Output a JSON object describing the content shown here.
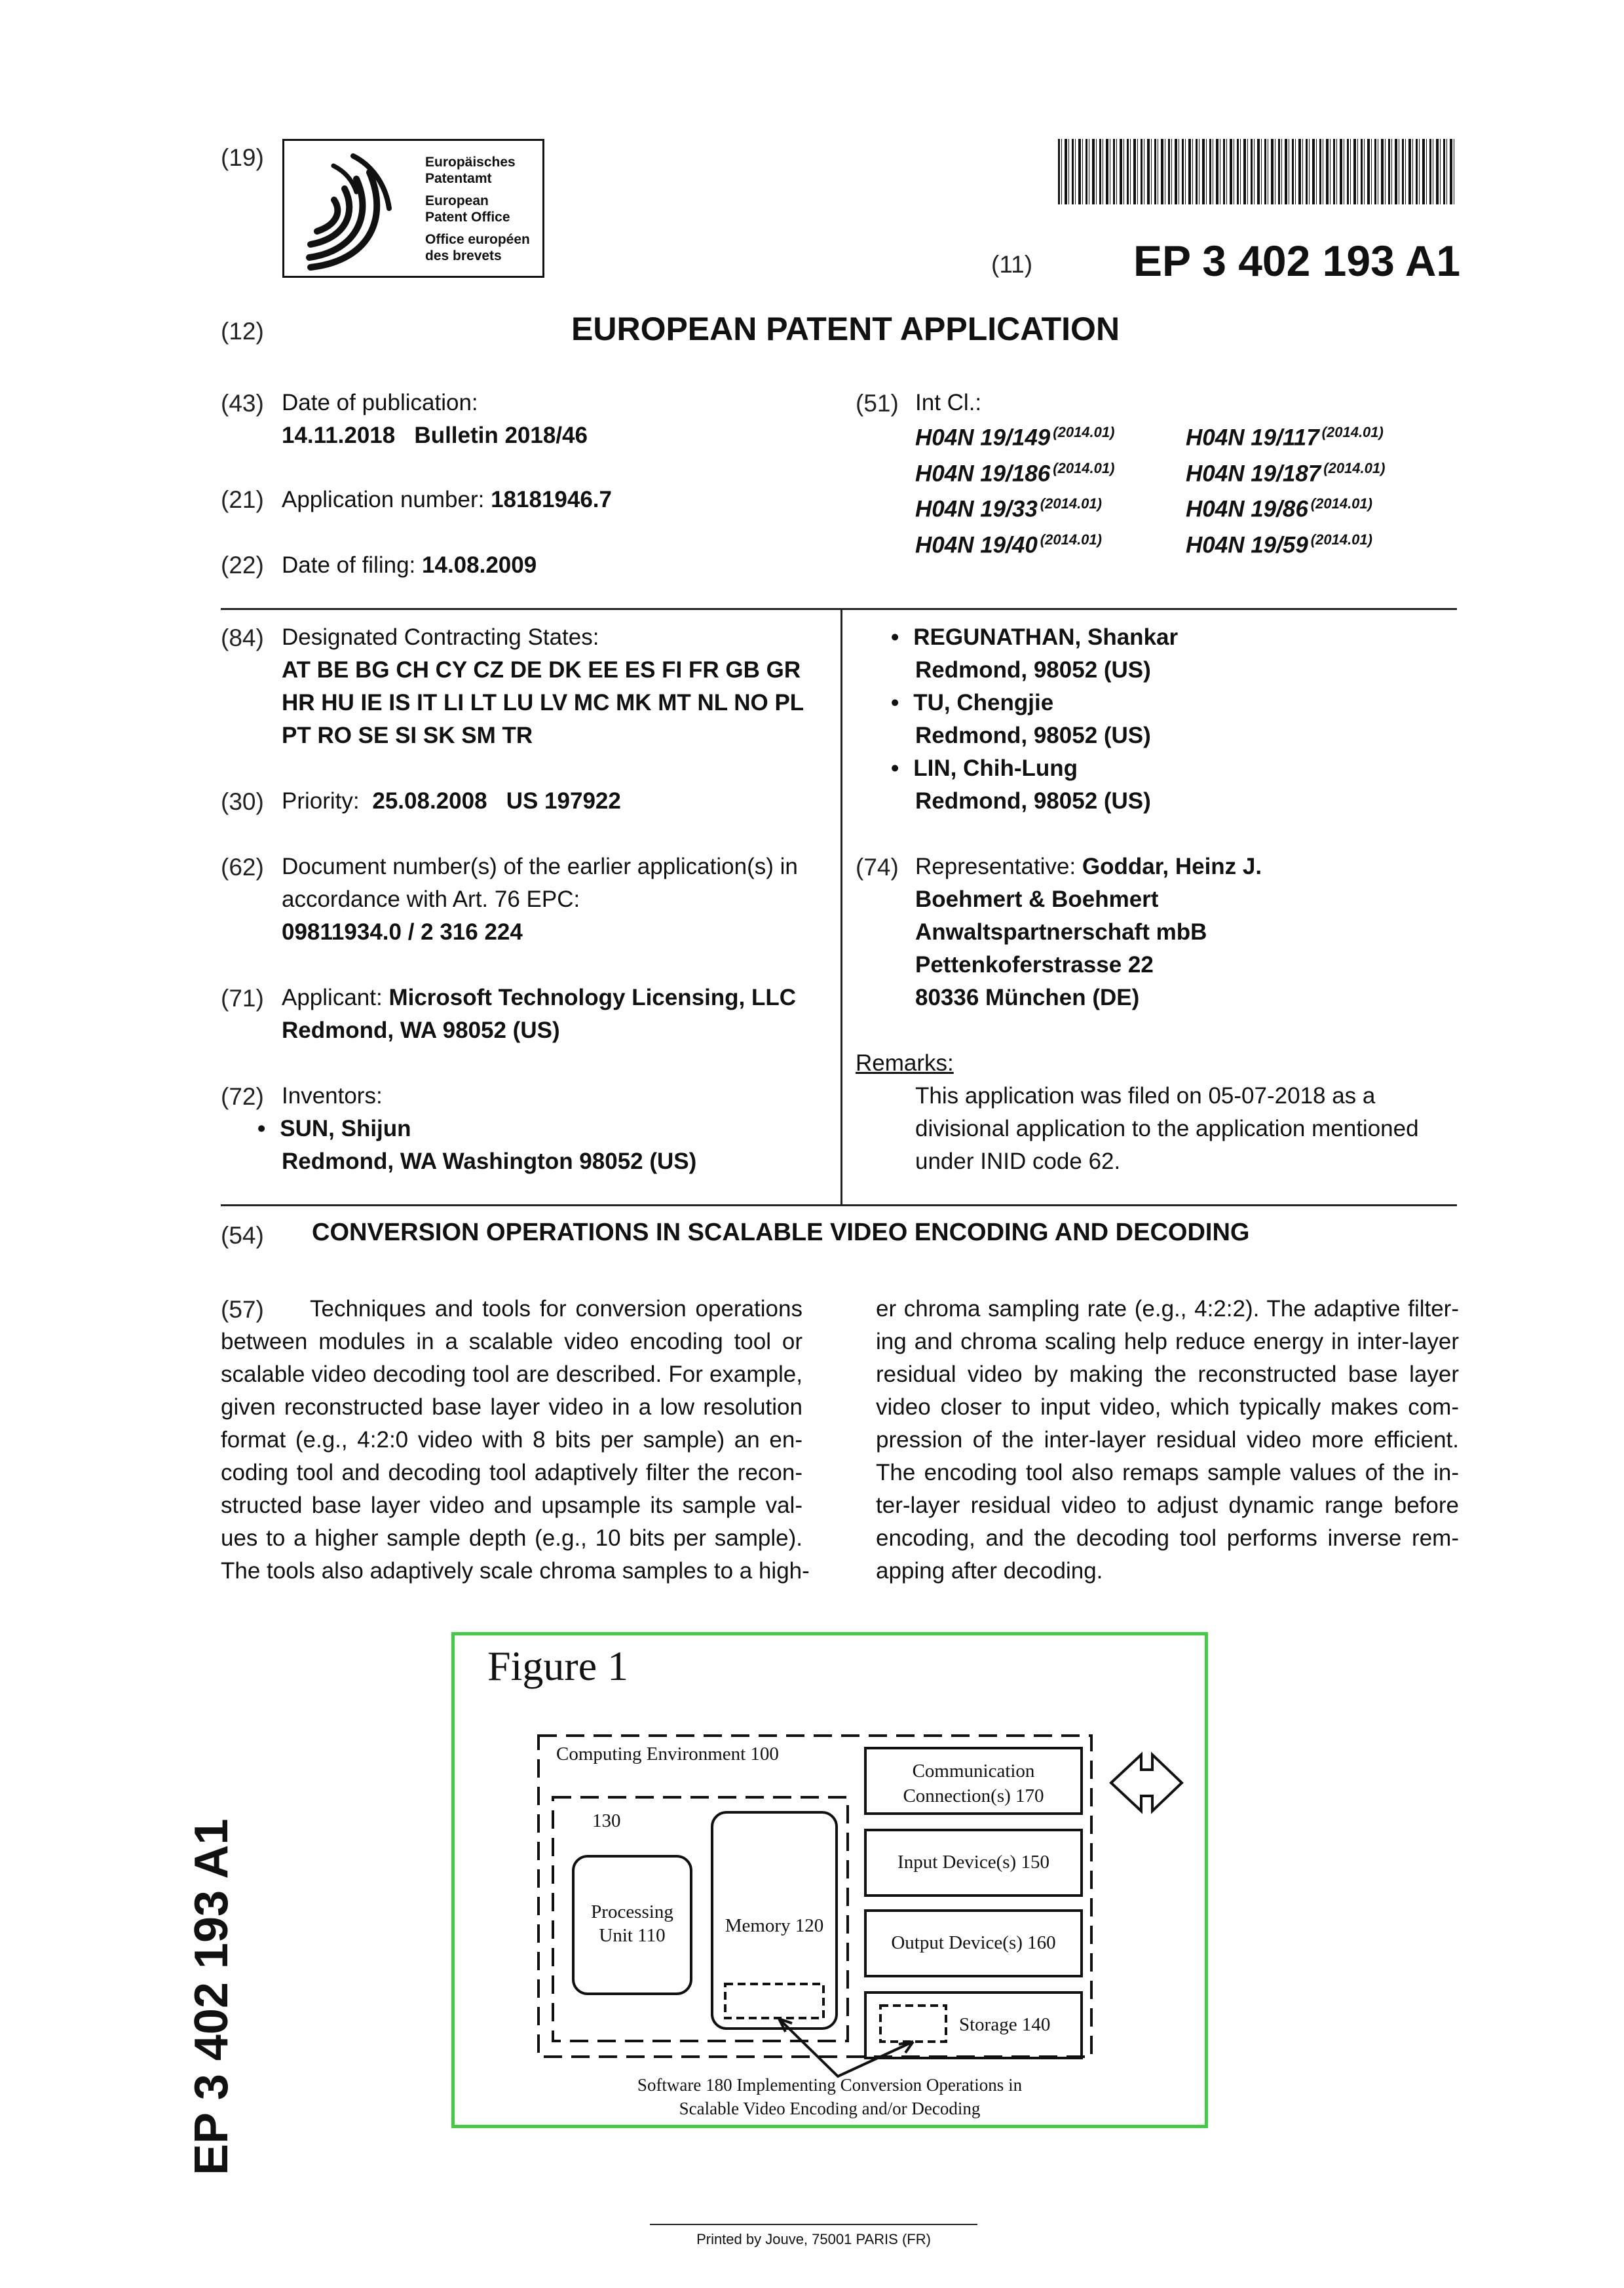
{
  "header": {
    "code_19": "(19)",
    "office_names": [
      "Europäisches",
      "Patentamt",
      "European",
      "Patent Office",
      "Office européen",
      "des brevets"
    ],
    "code_11": "(11)",
    "publication_number": "EP 3 402 193 A1",
    "code_12": "(12)",
    "document_kind": "EUROPEAN PATENT APPLICATION"
  },
  "biblio_top": {
    "f43": {
      "code": "(43)",
      "label": "Date of publication:",
      "value": "14.11.2018   Bulletin 2018/46"
    },
    "f21": {
      "code": "(21)",
      "label": "Application number:",
      "value": "18181946.7"
    },
    "f22": {
      "code": "(22)",
      "label": "Date of filing:",
      "value": "14.08.2009"
    },
    "f51": {
      "code": "(51)",
      "label": "Int Cl.:",
      "classes": [
        {
          "cls": "H04N 19/149",
          "ver": "(2014.01)"
        },
        {
          "cls": "H04N 19/117",
          "ver": "(2014.01)"
        },
        {
          "cls": "H04N 19/186",
          "ver": "(2014.01)"
        },
        {
          "cls": "H04N 19/187",
          "ver": "(2014.01)"
        },
        {
          "cls": "H04N 19/33",
          "ver": "(2014.01)"
        },
        {
          "cls": "H04N 19/86",
          "ver": "(2014.01)"
        },
        {
          "cls": "H04N 19/40",
          "ver": "(2014.01)"
        },
        {
          "cls": "H04N 19/59",
          "ver": "(2014.01)"
        }
      ]
    }
  },
  "biblio_left": {
    "f84": {
      "code": "(84)",
      "label": "Designated Contracting States:",
      "lines": [
        "AT BE BG CH CY CZ DE DK EE ES FI FR GB GR",
        "HR HU IE IS IT LI LT LU LV MC MK MT NL NO PL",
        "PT RO SE SI SK SM TR"
      ]
    },
    "f30": {
      "code": "(30)",
      "label": "Priority:",
      "value": "25.08.2008   US 197922"
    },
    "f62": {
      "code": "(62)",
      "line1": "Document number(s) of the earlier application(s) in",
      "line2": "accordance with Art. 76 EPC:",
      "value": "09811934.0 / 2 316 224"
    },
    "f71": {
      "code": "(71)",
      "label": "Applicant:",
      "value": "Microsoft Technology Licensing, LLC",
      "value2": "Redmond, WA 98052 (US)"
    },
    "f72": {
      "code": "(72)",
      "label": "Inventors:",
      "inventors": [
        {
          "name": "SUN, Shijun",
          "address": "Redmond, WA Washington 98052 (US)"
        }
      ]
    }
  },
  "biblio_right": {
    "inventors": [
      {
        "name": "REGUNATHAN, Shankar",
        "address": "Redmond, 98052 (US)"
      },
      {
        "name": "TU, Chengjie",
        "address": "Redmond, 98052 (US)"
      },
      {
        "name": "LIN, Chih-Lung",
        "address": "Redmond, 98052 (US)"
      }
    ],
    "f74": {
      "code": "(74)",
      "label": "Representative:",
      "name": "Goddar, Heinz J.",
      "lines": [
        "Boehmert & Boehmert",
        "Anwaltspartnerschaft mbB",
        "Pettenkoferstrasse 22",
        "80336 München (DE)"
      ]
    },
    "remarks": {
      "label": "Remarks:",
      "lines": [
        "This application was filed on 05-07-2018 as a",
        "divisional application to the application mentioned",
        "under INID code 62."
      ]
    }
  },
  "title": {
    "code": "(54)",
    "text": "CONVERSION OPERATIONS IN SCALABLE VIDEO ENCODING AND DECODING"
  },
  "abstract": {
    "code": "(57)",
    "left_lines": [
      "Techniques and tools for conversion operations",
      "between modules in a scalable video encoding tool or",
      "scalable video decoding tool are described. For example,",
      "given reconstructed base layer video in a low resolution",
      "format (e.g., 4:2:0 video with 8 bits per sample) an en-",
      "coding tool and decoding tool adaptively filter the recon-",
      "structed base layer video and upsample its sample val-",
      "ues to a higher sample depth (e.g., 10 bits per sample).",
      "The tools also adaptively scale chroma samples to a high-"
    ],
    "right_lines": [
      "er chroma sampling rate (e.g., 4:2:2). The adaptive filter-",
      "ing and chroma scaling help reduce energy in inter-layer",
      "residual video by making the reconstructed base layer",
      "video closer to input video, which typically makes com-",
      "pression of the inter-layer residual video more efficient.",
      "The encoding tool also remaps sample values of the in-",
      "ter-layer residual video to adjust dynamic range before",
      "encoding, and the decoding tool performs inverse rem-",
      "apping after decoding."
    ]
  },
  "figure": {
    "title": "Figure 1",
    "computing_env": "Computing Environment 100",
    "box_130": "130",
    "processing_unit_1": "Processing",
    "processing_unit_2": "Unit 110",
    "memory": "Memory 120",
    "comm_1": "Communication",
    "comm_2": "Connection(s) 170",
    "input": "Input Device(s) 150",
    "output": "Output Device(s) 160",
    "storage": "Storage 140",
    "caption_1": "Software 180 Implementing Conversion Operations in",
    "caption_2": "Scalable Video Encoding and/or Decoding",
    "frame_color": "#3fce3f"
  },
  "side_label": "EP 3 402 193 A1",
  "footer": "Printed by Jouve, 75001 PARIS (FR)"
}
